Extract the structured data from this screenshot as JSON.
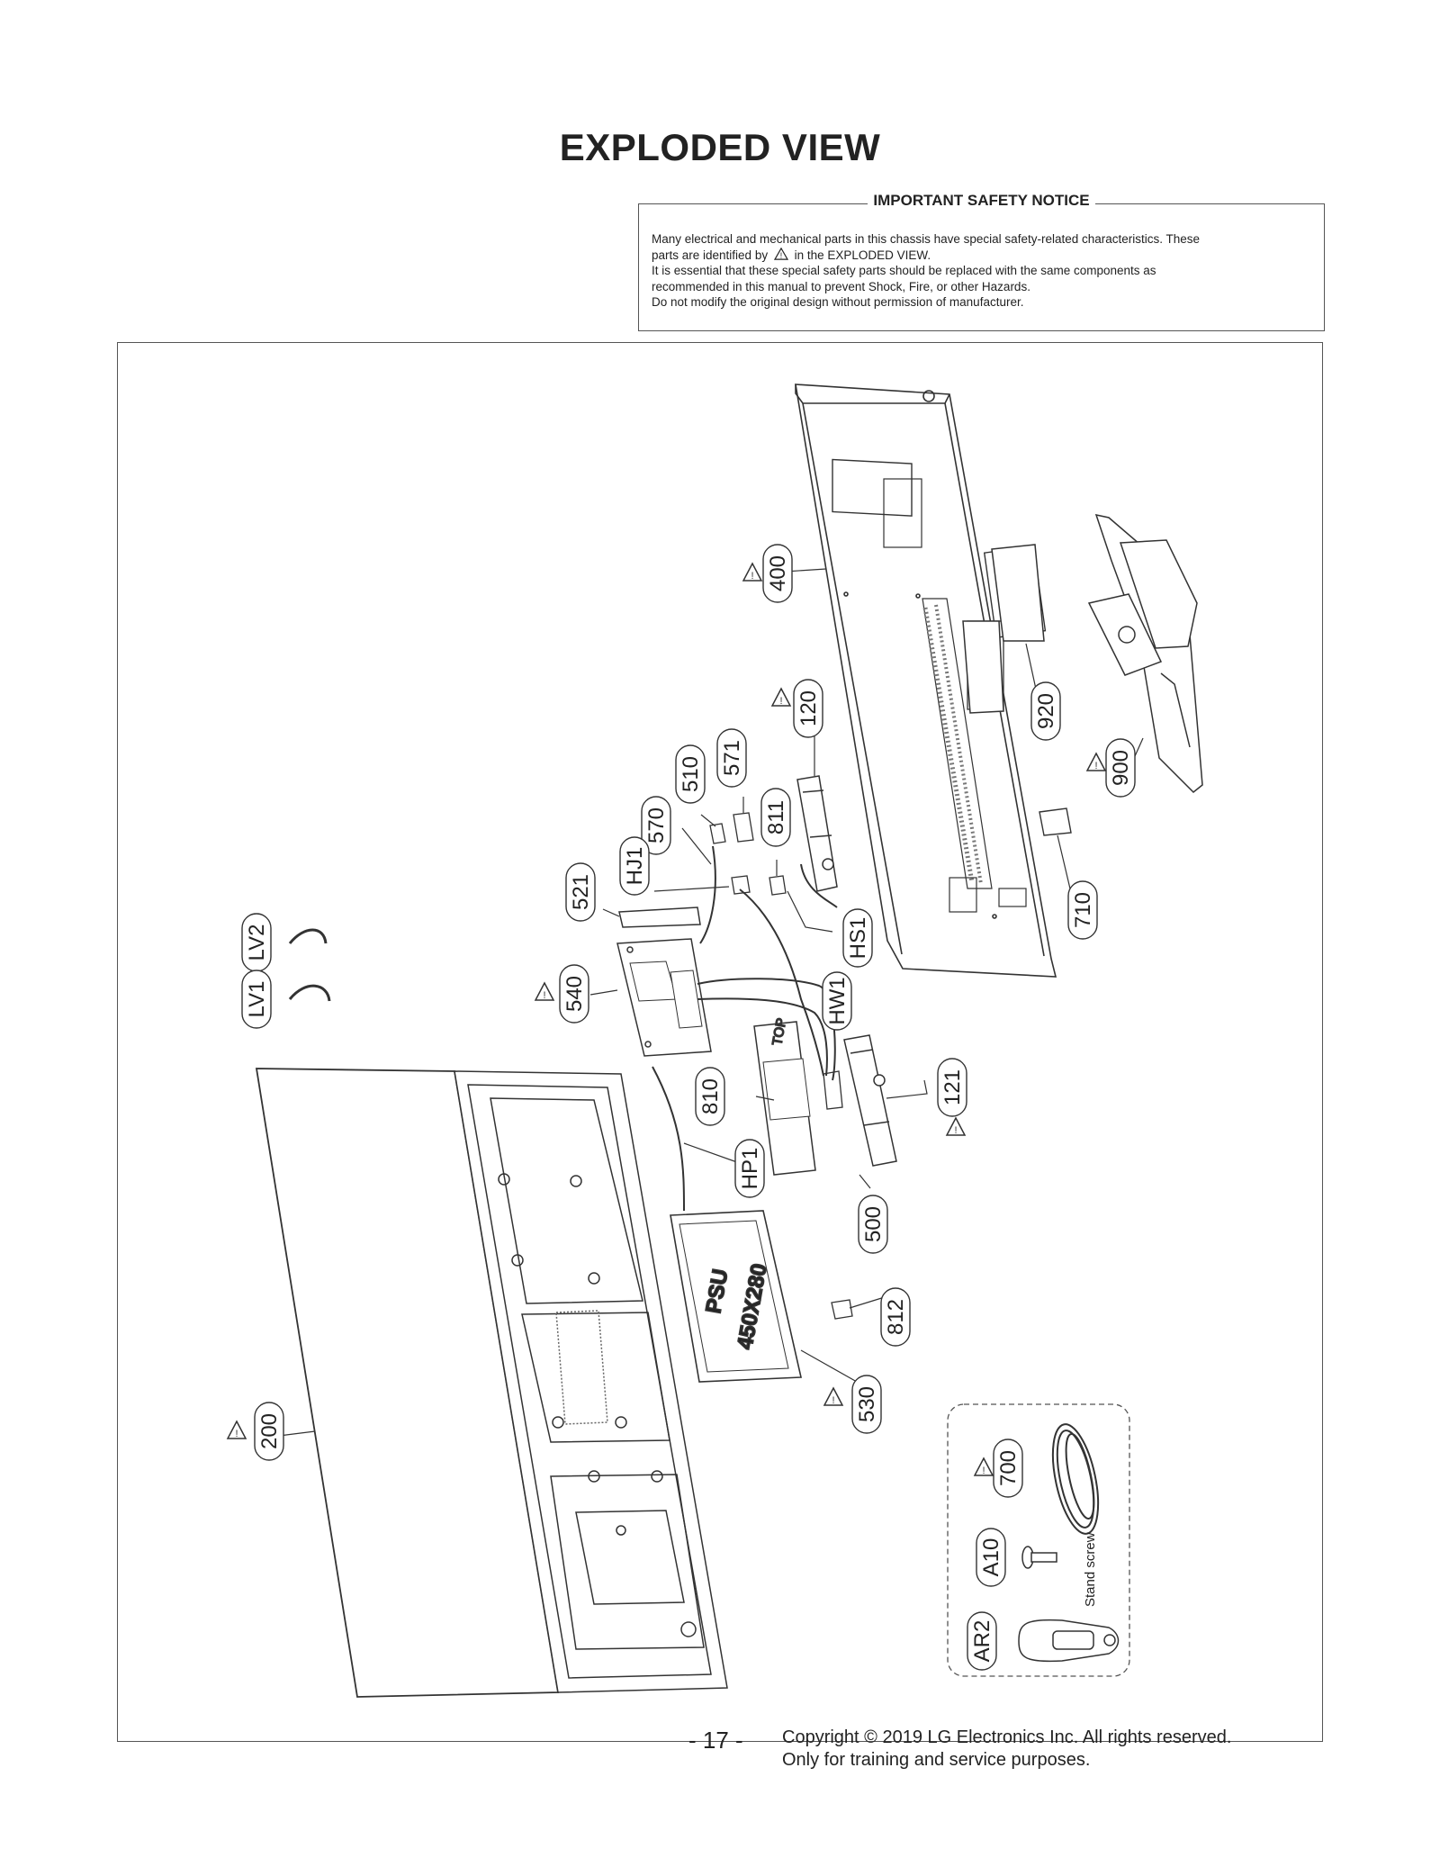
{
  "page": {
    "title": "EXPLODED VIEW",
    "page_number": "- 17 -",
    "copyright_line1": "Copyright © 2019 LG Electronics Inc. All rights reserved.",
    "copyright_line2": "Only for training and service purposes."
  },
  "notice": {
    "heading": "IMPORTANT SAFETY NOTICE",
    "line1": "Many electrical and mechanical parts in this chassis have special safety-related characteristics. These",
    "line2_a": "parts are identified by",
    "line2_b": "in the EXPLODED VIEW.",
    "line3": "It is essential that these special safety parts should be replaced with the same components as",
    "line4": "recommended in this manual to prevent Shock, Fire, or other Hazards.",
    "line5": "Do not modify the original design without permission of manufacturer."
  },
  "diagram": {
    "psu_text": "PSU",
    "psu_size": "450X280",
    "stand_screw_text": "Stand screw",
    "top_text": "TOP",
    "labels": {
      "p400": "400",
      "p120": "120",
      "p571": "571",
      "p510": "510",
      "p570": "570",
      "p811": "811",
      "pHJ1": "HJ1",
      "p521": "521",
      "pHS1": "HS1",
      "p920": "920",
      "p900": "900",
      "p710": "710",
      "pLV2": "LV2",
      "pLV1": "LV1",
      "p540": "540",
      "pHW1": "HW1",
      "p810": "810",
      "p121": "121",
      "pHP1": "HP1",
      "p500": "500",
      "p812": "812",
      "p530": "530",
      "p200": "200",
      "p700": "700",
      "pA10": "A10",
      "pAR2": "AR2"
    }
  }
}
